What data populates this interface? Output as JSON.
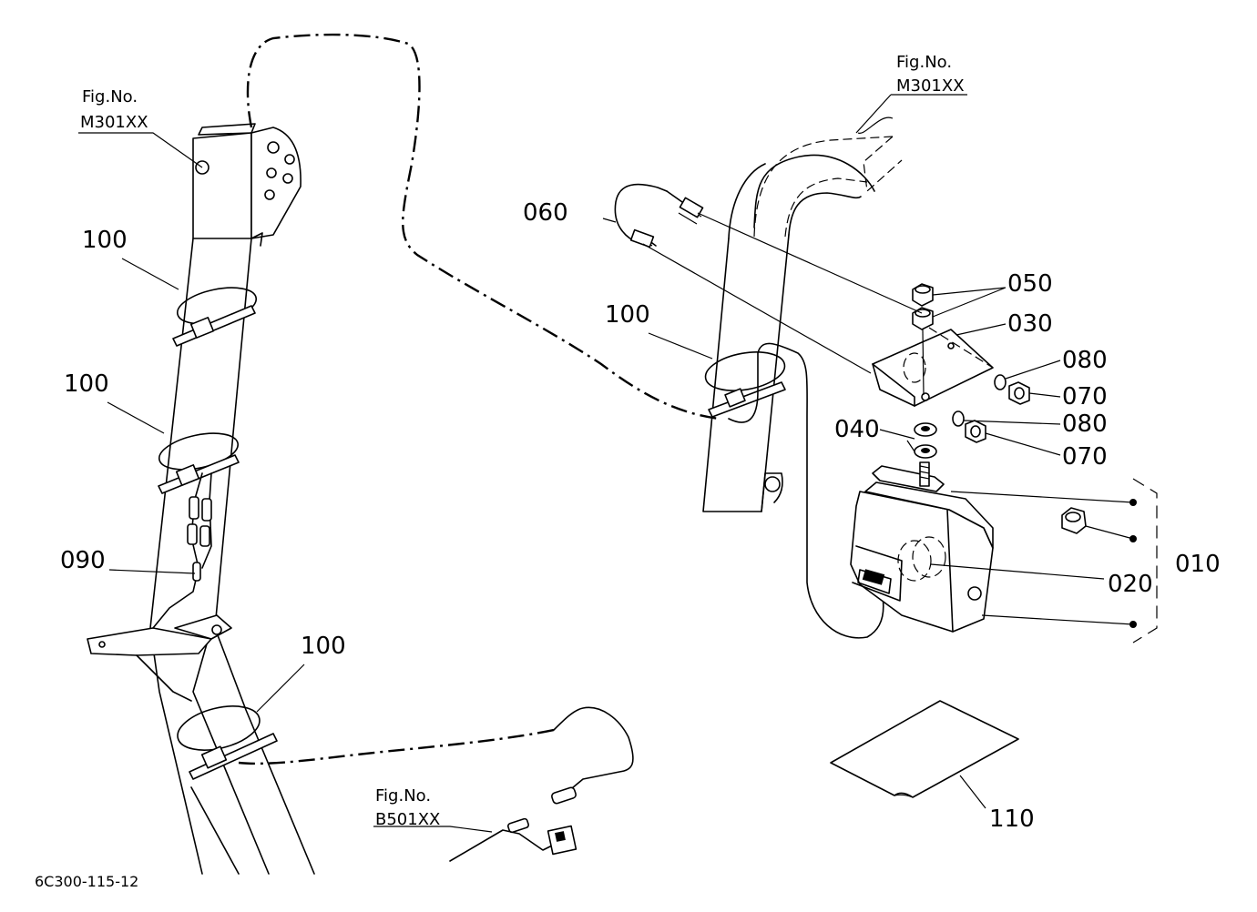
{
  "figure_refs": [
    {
      "line1": "Fig.No.",
      "line2": "M301XX"
    },
    {
      "line1": "Fig.No.",
      "line2": "M301XX"
    },
    {
      "line1": "Fig.No.",
      "line2": "B501XX"
    }
  ],
  "part_labels": {
    "p010": "010",
    "p020": "020",
    "p030": "030",
    "p040": "040",
    "p050": "050",
    "p060": "060",
    "p070a": "070",
    "p070b": "070",
    "p080a": "080",
    "p080b": "080",
    "p090": "090",
    "p100a": "100",
    "p100b": "100",
    "p100c": "100",
    "p100d": "100",
    "p110": "110"
  },
  "drawing_code": "6C300-115-12"
}
